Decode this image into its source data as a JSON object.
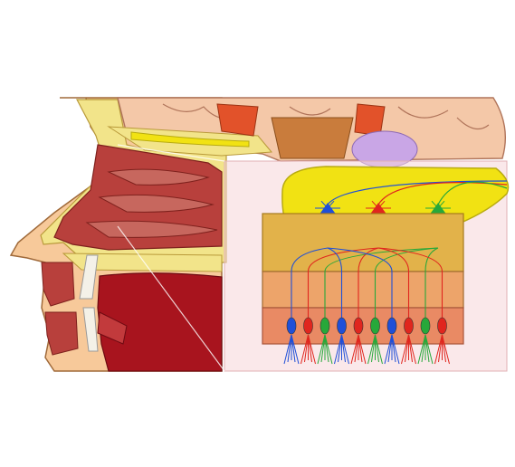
{
  "figure": {
    "subject": "olfactory-system",
    "labels": []
  },
  "colors": {
    "background": "#ffffff",
    "skin": "#f7c99a",
    "bone": "#f2e48a",
    "nasal_cavity": "#b8403c",
    "tongue": "#a8141e",
    "brain": "#f4c8a8",
    "olfactory_bulb": "#f1e213",
    "epithelium_top": "#e2b24a",
    "epithelium_bottom": "#e98a64",
    "neuron_blue": "#1f4fd8",
    "neuron_red": "#e0261e",
    "neuron_green": "#27a83a",
    "highlight_panel": "#f6d6d8",
    "hypophysis": "#c9a6e6"
  },
  "neurons": {
    "mitral_cells": [
      {
        "color": "neuron_blue",
        "glomerulus": 1
      },
      {
        "color": "neuron_red",
        "glomerulus": 2
      },
      {
        "color": "neuron_green",
        "glomerulus": 3
      }
    ],
    "receptor_cells": [
      "neuron_blue",
      "neuron_red",
      "neuron_green",
      "neuron_blue",
      "neuron_red",
      "neuron_green",
      "neuron_blue",
      "neuron_red",
      "neuron_green",
      "neuron_red"
    ]
  }
}
